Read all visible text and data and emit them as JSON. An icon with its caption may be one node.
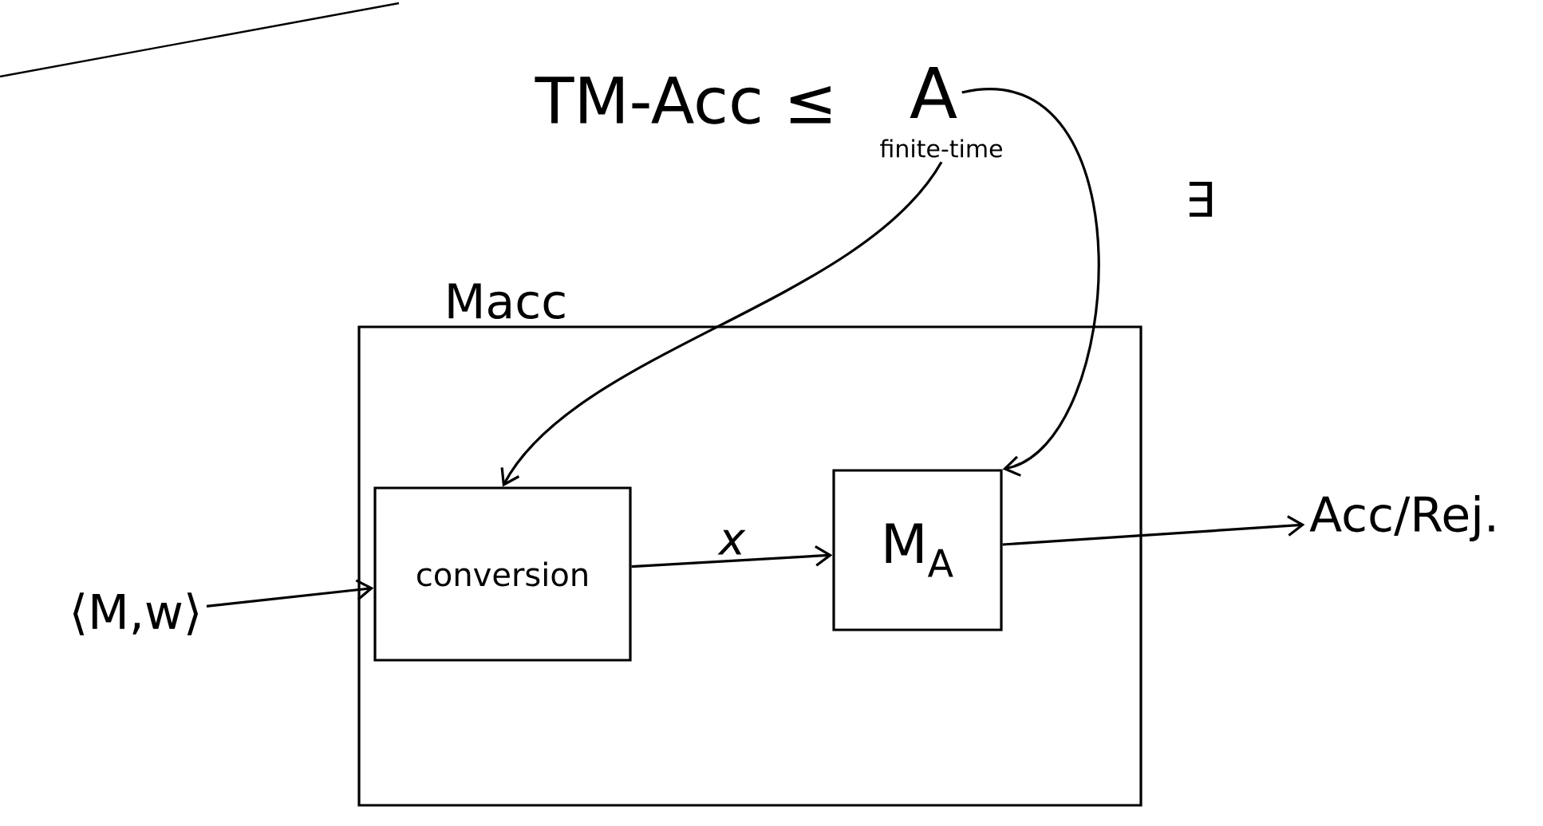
{
  "diagram": {
    "nodes": [
      {
        "text": [
          "A"
        ]
      },
      {
        "text": [
          "finite-time"
        ]
      },
      {
        "text": [
          "Macc"
        ]
      },
      {
        "text": [
          "conversion"
        ],
        "in": 2
      },
      {
        "text": [
          "M$_{A}$"
        ],
        "in": 2
      },
      {
        "text": [
          "⟨M,w⟩"
        ]
      },
      {
        "text": [
          "Acc/Rej."
        ]
      }
    ],
    "edges": [
      {
        "from": 5,
        "to": 3,
        "arrow": "to"
      },
      {
        "from": 3,
        "to": 4,
        "arrow": "to",
        "label": "x"
      },
      {
        "from": 4,
        "to": 6,
        "arrow": "to"
      },
      {
        "from": 1,
        "to": 3,
        "arrow": "to"
      },
      {
        "from": 0,
        "to": 4,
        "arrow": "to"
      }
    ],
    "labels": [
      "TM-Acc ≤",
      "∃"
    ]
  }
}
